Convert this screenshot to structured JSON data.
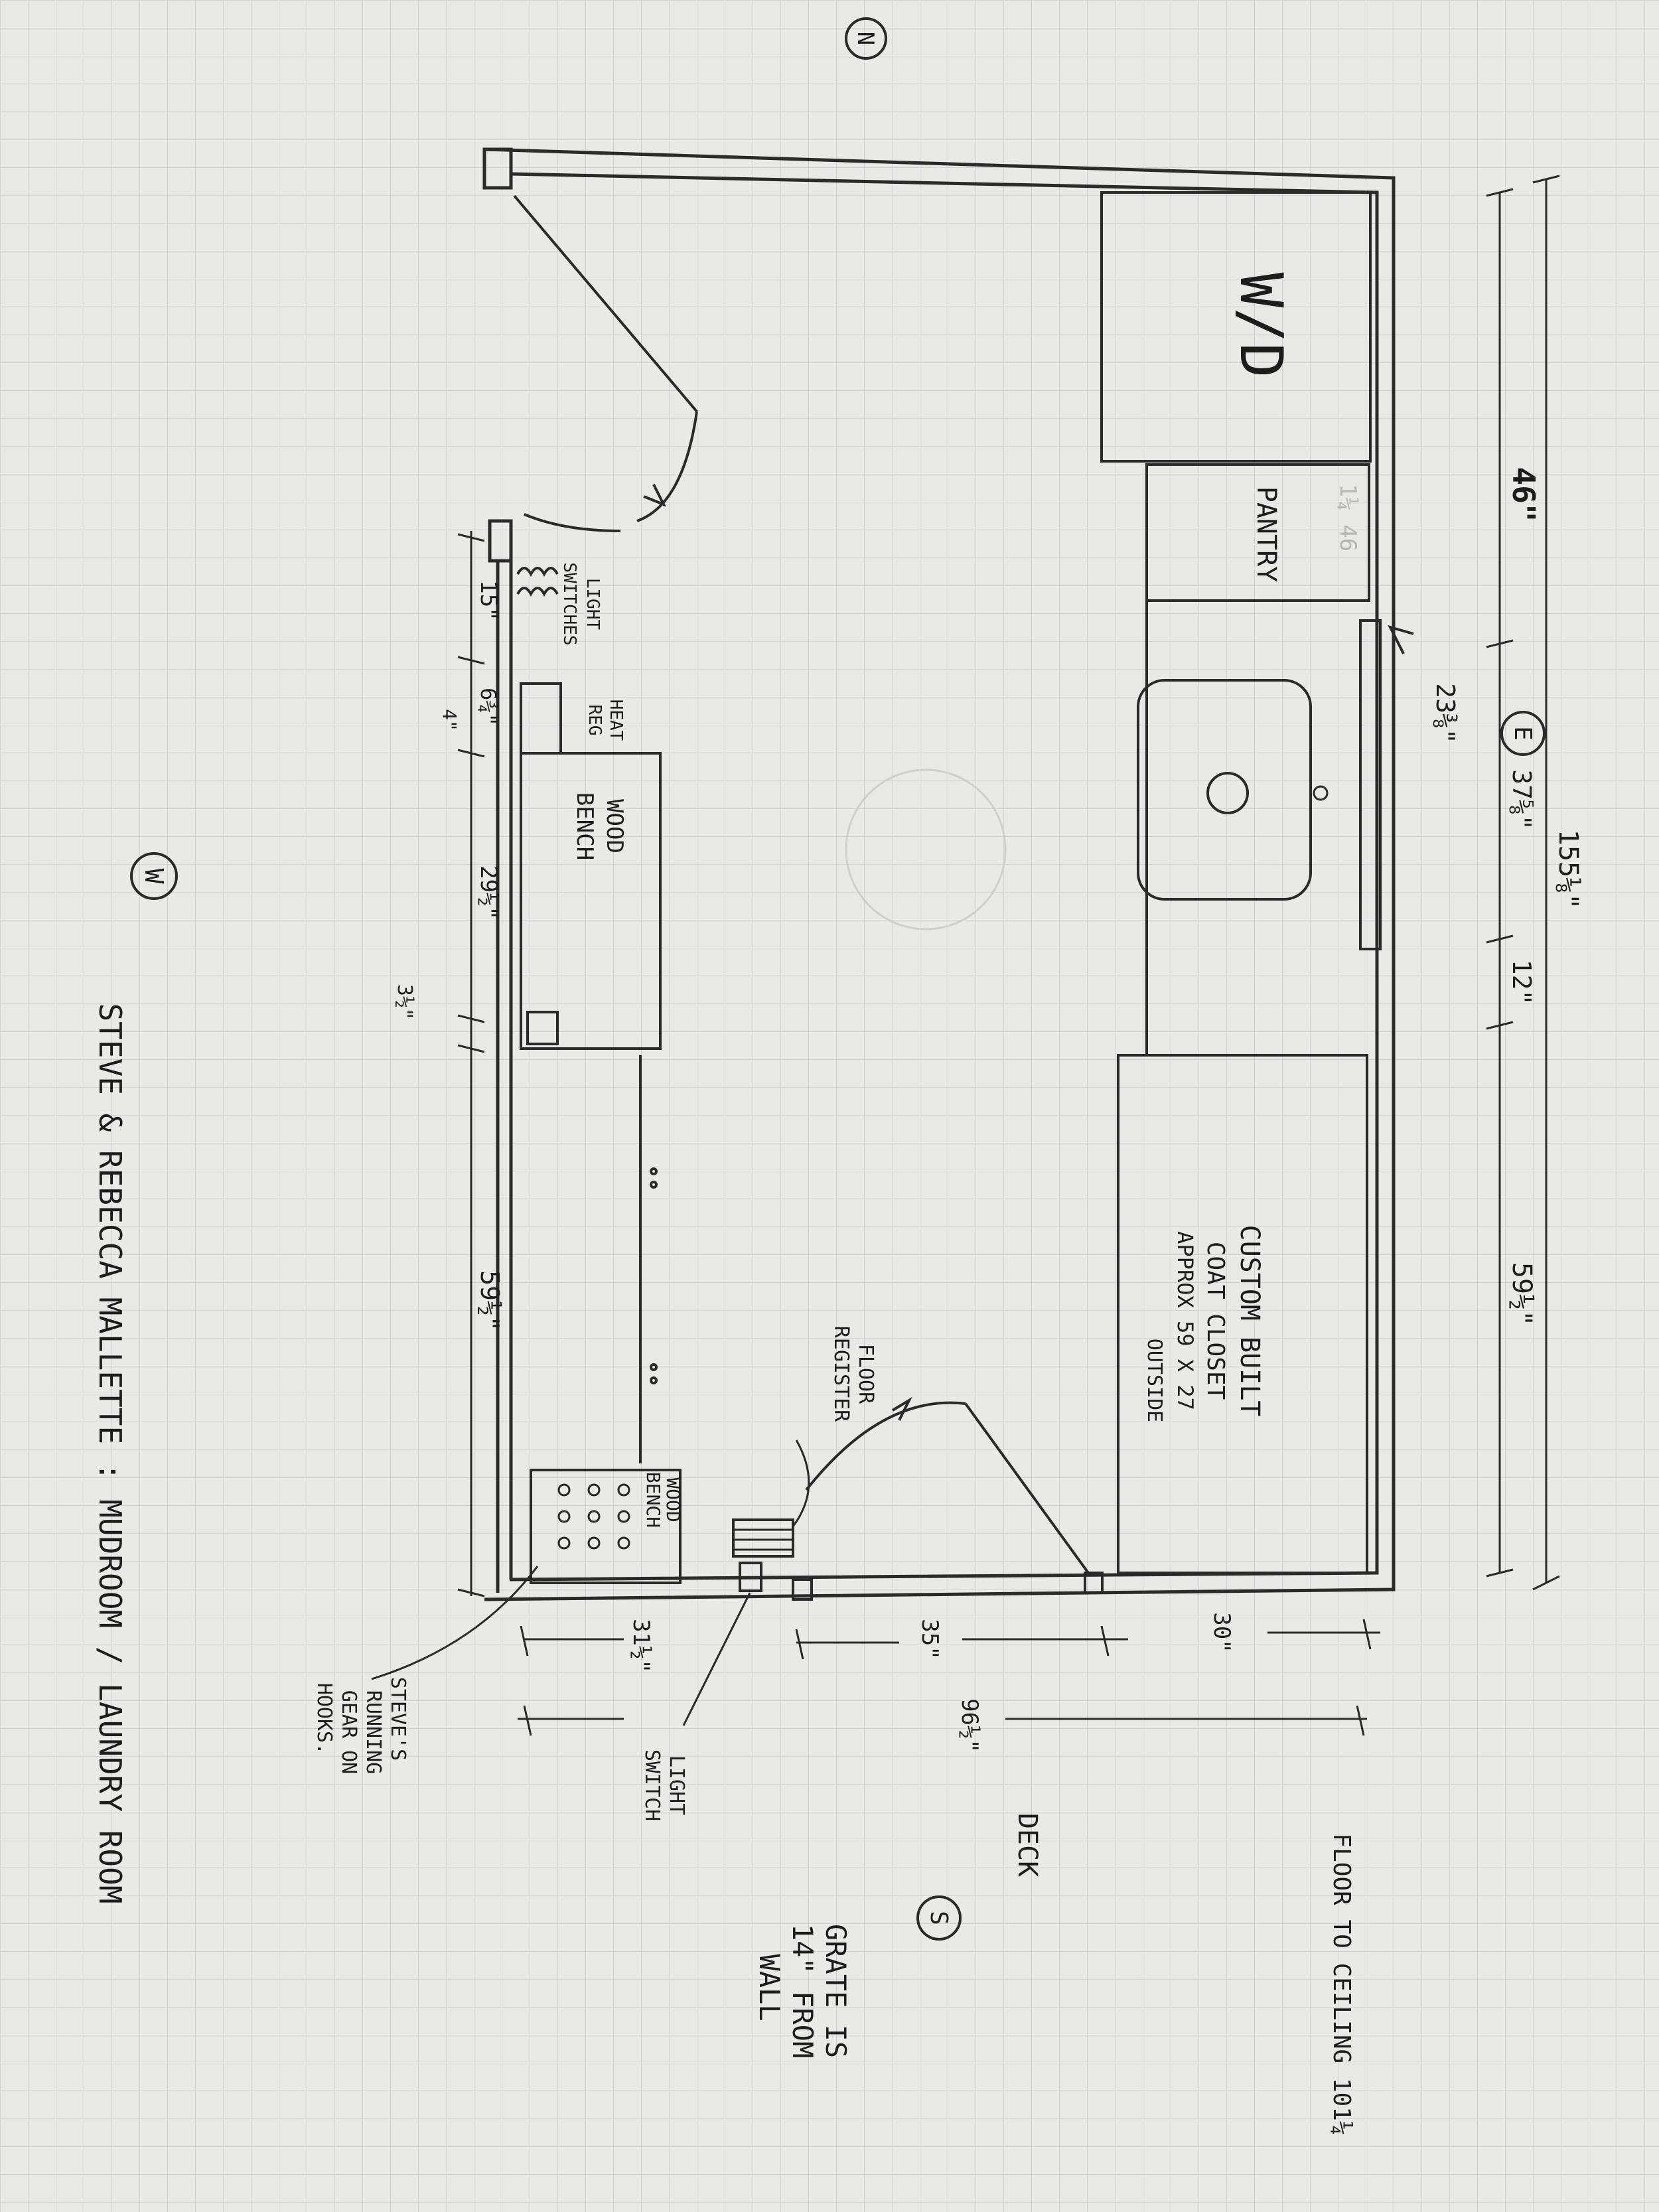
{
  "compass": {
    "north": "N",
    "east": "E",
    "south": "S",
    "west": "W"
  },
  "rooms": {
    "washer_dryer": "W/D",
    "pantry": "PANTRY",
    "coat_closet": [
      "CUSTOM BUILT",
      "COAT CLOSET",
      "APPROX 59 X 27",
      "OUTSIDE"
    ],
    "wood_bench_top": [
      "WOOD",
      "BENCH"
    ],
    "wood_bench_bottom": [
      "WOOD",
      "BENCH"
    ]
  },
  "labels": {
    "light_switches": [
      "LIGHT",
      "SWITCHES"
    ],
    "heat_reg": [
      "HEAT",
      "REG"
    ],
    "floor_register": [
      "FLOOR",
      "REGISTER"
    ],
    "light_switch": [
      "LIGHT",
      "SWITCH"
    ],
    "running_gear": [
      "STEVE'S",
      "RUNNING",
      "GEAR ON",
      "HOOKS."
    ],
    "deck": "DECK",
    "floor_to_ceiling": "FLOOR TO CEILING 101¼",
    "grate": [
      "GRATE IS",
      "14\" FROM",
      "WALL"
    ],
    "footer": "STEVE & REBECCA MALLETTE : MUDROOM / LAUNDRY ROOM",
    "faint_note": "1¼ 46"
  },
  "dimensions": {
    "overall": "155⅛\"",
    "east_wd_pantry": "46\"",
    "east_sink": "37⅝\"",
    "east_gap": "12\"",
    "east_closet": "59½\"",
    "window": "23⅜\"",
    "west_left": "15\"",
    "west_switch": "6¾\"",
    "west_switch_b": "4\"",
    "west_bench": "29½\"",
    "west_gap": "3½\"",
    "west_right": "59½\"",
    "entry_30": "30\"",
    "entry_35": "35\"",
    "entry_96": "96½\"",
    "entry_31": "31½\""
  }
}
